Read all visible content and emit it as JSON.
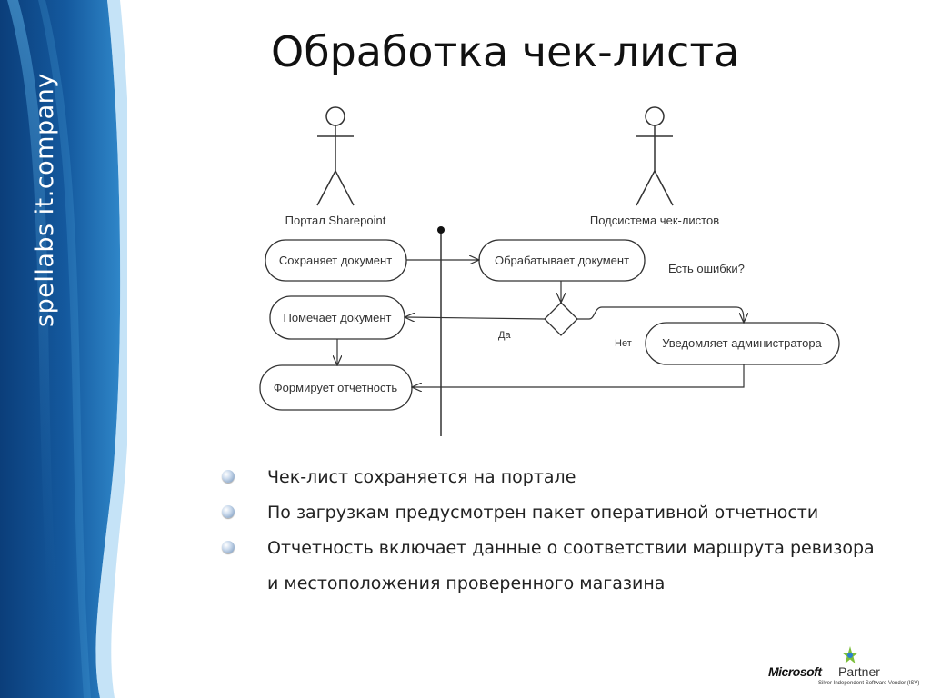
{
  "brand": {
    "text": "spellabs it.company"
  },
  "slide": {
    "title": "Обработка чек-листа"
  },
  "diagram": {
    "actors": [
      {
        "label": "Портал Sharepoint"
      },
      {
        "label": "Подсистема чек-листов"
      }
    ],
    "activities": {
      "save_document": "Сохраняет документ",
      "process_document": "Обрабатывает документ",
      "mark_document": "Помечает документ",
      "form_report": "Формирует отчетность",
      "notify_admin": "Уведомляет администратора"
    },
    "decision": {
      "question": "Есть  ошибки?",
      "yes_label": "Да",
      "no_label": "Нет"
    }
  },
  "bullets": [
    "Чек-лист сохраняется на портале",
    "По загрузкам предусмотрен пакет оперативной отчетности",
    "Отчетность включает данные о соответствии маршрута ревизора и местоположения проверенного магазина"
  ],
  "partner": {
    "brand": "Microsoft",
    "label": "Partner",
    "subtitle": "Silver Independent Software Vendor (ISV)"
  },
  "colors": {
    "sidebar_dark": "#0b3e7a",
    "sidebar_light": "#2f86c8",
    "bullet": "#6f8fb5"
  }
}
